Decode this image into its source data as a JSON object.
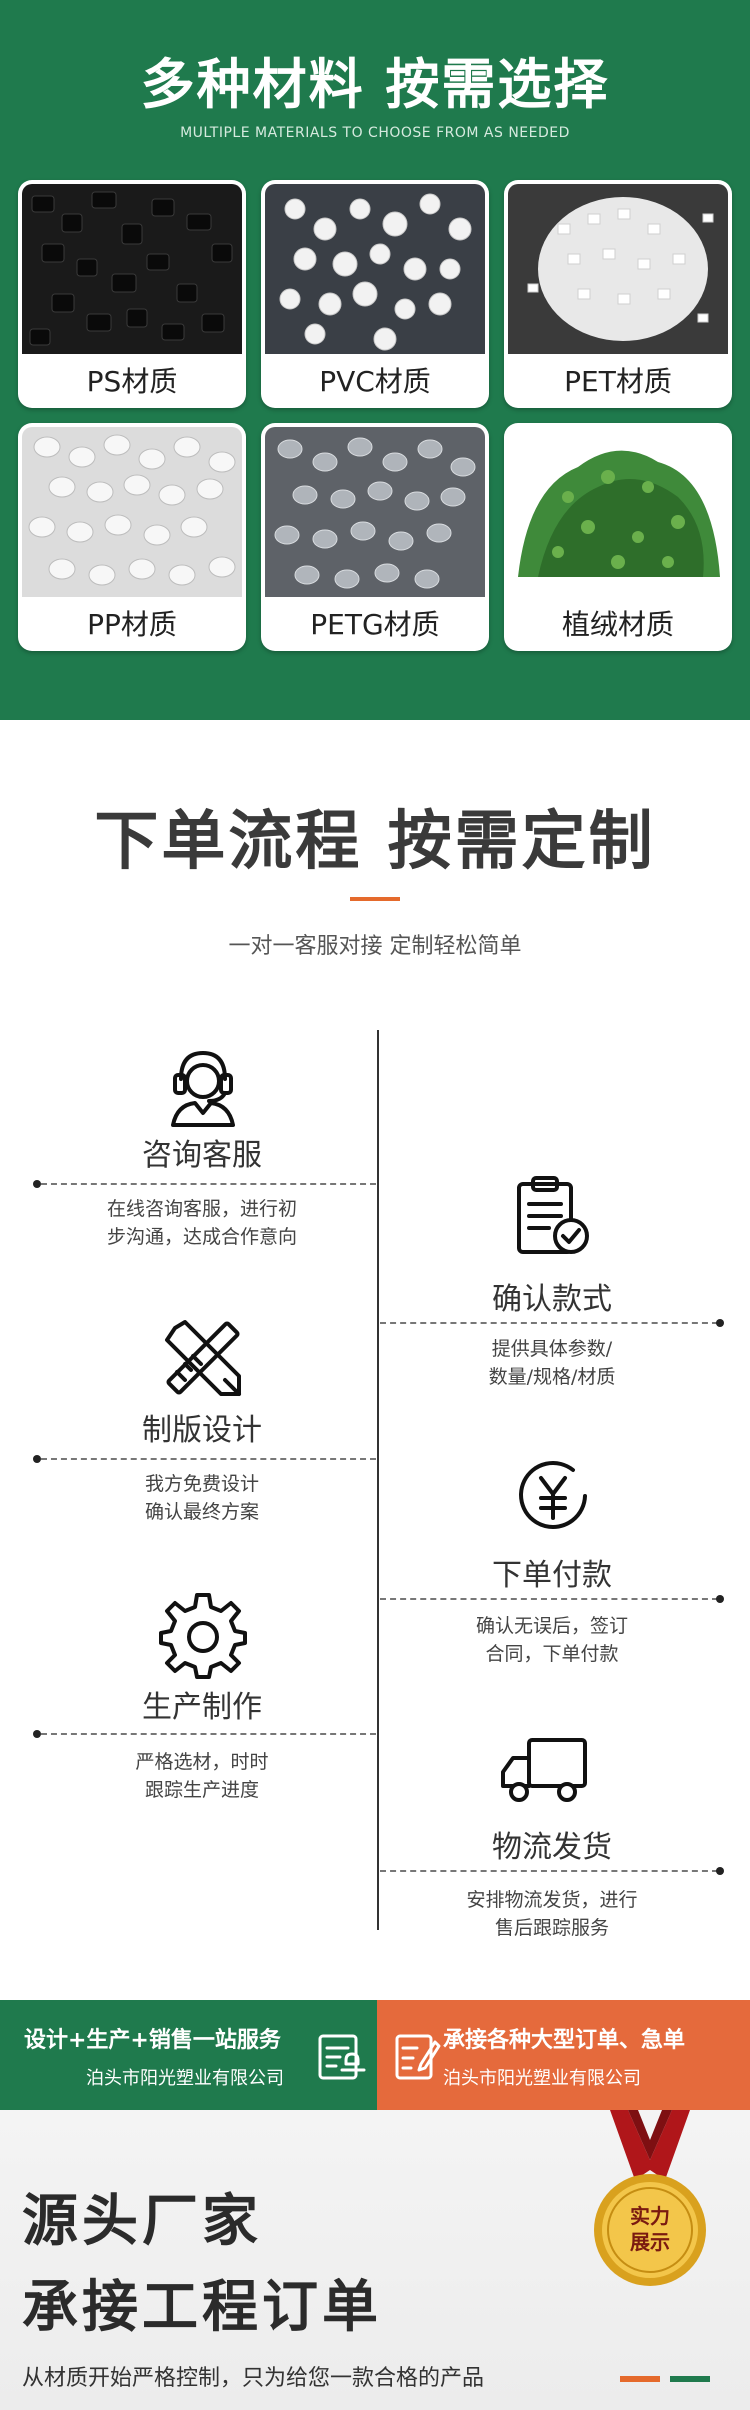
{
  "materials": {
    "title": "多种材料  按需选择",
    "subtitle": "MULTIPLE MATERIALS TO CHOOSE FROM AS NEEDED",
    "items": [
      {
        "label": "PS材质"
      },
      {
        "label": "PVC材质"
      },
      {
        "label": "PET材质"
      },
      {
        "label": "PP材质"
      },
      {
        "label": "PETG材质"
      },
      {
        "label": "植绒材质"
      }
    ]
  },
  "process": {
    "title": "下单流程 按需定制",
    "subtitle": "一对一客服对接 定制轻松简单",
    "steps": [
      {
        "title": "咨询客服",
        "desc1": "在线咨询客服，进行初",
        "desc2": "步沟通，达成合作意向",
        "icon": "customer-service-icon"
      },
      {
        "title": "确认款式",
        "desc1": "提供具体参数/",
        "desc2": "数量/规格/材质",
        "icon": "clipboard-check-icon"
      },
      {
        "title": "制版设计",
        "desc1": "我方免费设计",
        "desc2": "确认最终方案",
        "icon": "pencil-ruler-icon"
      },
      {
        "title": "下单付款",
        "desc1": "确认无误后，签订",
        "desc2": "合同，下单付款",
        "icon": "yuan-icon"
      },
      {
        "title": "生产制作",
        "desc1": "严格选材，时时",
        "desc2": "跟踪生产进度",
        "icon": "gear-icon"
      },
      {
        "title": "物流发货",
        "desc1": "安排物流发货，进行",
        "desc2": "售后跟踪服务",
        "icon": "truck-icon"
      }
    ]
  },
  "banners": {
    "left": {
      "main": "设计+生产+销售一站服务",
      "sub": "泊头市阳光塑业有限公司"
    },
    "right": {
      "main": "承接各种大型订单、急单",
      "sub": "泊头市阳光塑业有限公司"
    }
  },
  "factory": {
    "line1": "源头厂家",
    "line2": "承接工程订单",
    "slogan": "从材质开始严格控制，只为给您一款合格的产品",
    "medal_line1": "实力",
    "medal_line2": "展示"
  },
  "colors": {
    "green": "#1f7a4d",
    "orange": "#e56a2c"
  }
}
